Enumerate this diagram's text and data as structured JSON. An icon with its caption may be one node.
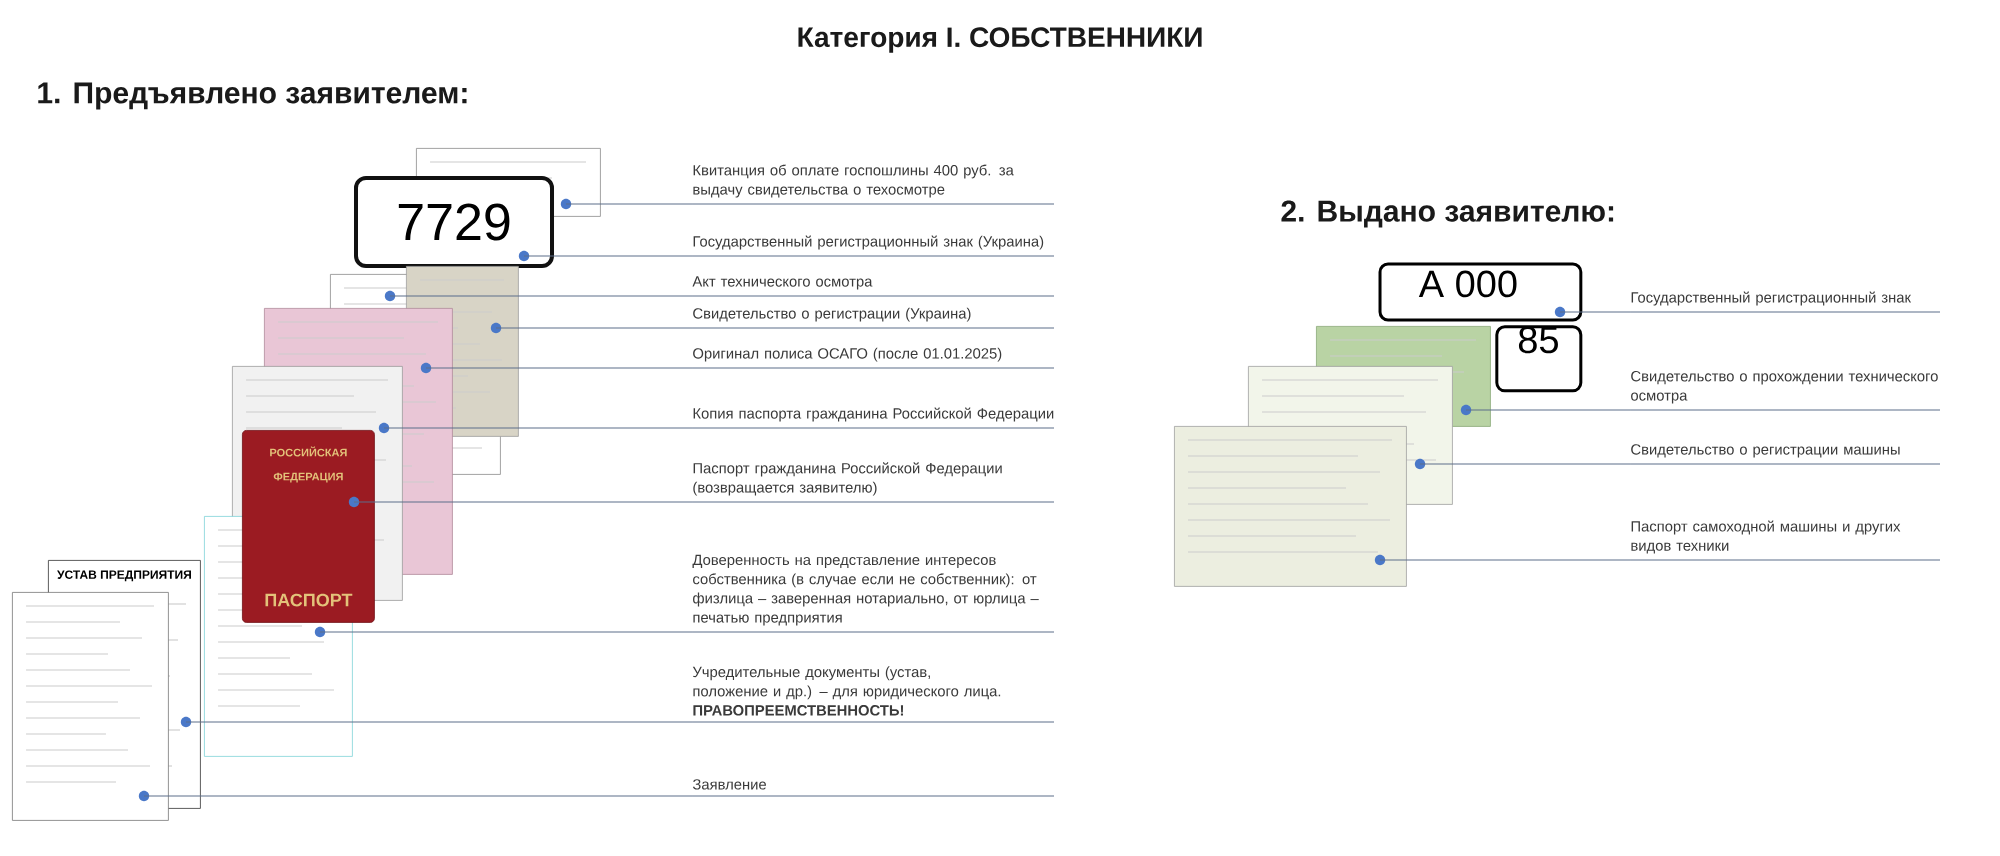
{
  "diagram": {
    "title": "Категория I. СОБСТВЕННИКИ",
    "nodes": [
      {
        "text": [],
        "shape": "picture"
      },
      {
        "text": [
          "7729"
        ]
      },
      {
        "text": [],
        "shape": "picture"
      },
      {
        "text": [],
        "shape": "picture"
      },
      {
        "text": [],
        "shape": "picture"
      },
      {
        "text": [],
        "shape": "picture"
      },
      {
        "text": [
          "РОССИЙСКАЯ ФЕДЕРАЦИЯ",
          "ПАСПОРТ"
        ]
      },
      {
        "text": [],
        "shape": "picture"
      },
      {
        "text": [
          "УСТАВ ПРЕДПРИЯТИЯ"
        ]
      },
      {
        "text": [],
        "shape": "picture"
      },
      {
        "text": [
          "Квитанция об оплате госпошлины 400 руб. за выдачу свидетельства о техосмотре"
        ]
      },
      {
        "text": [
          "Государственный регистрационный знак (Украина)"
        ]
      },
      {
        "text": [
          "Акт технического осмотра"
        ]
      },
      {
        "text": [
          "Свидетельство о регистрации (Украина)"
        ]
      },
      {
        "text": [
          "Оригинал полиса ОСАГО (после 01.01.2025)"
        ]
      },
      {
        "text": [
          "Копия паспорта гражданина Российской Федерации"
        ]
      },
      {
        "text": [
          "Паспорт гражданина Российской Федерации (возвращается заявителю)"
        ]
      },
      {
        "text": [
          "Доверенность на представление интересов собственника (в случае если не собственник): от физлица – заверенная нотариально, от юрлица – печатью предприятия"
        ]
      },
      {
        "text": [
          "Учредительные документы (устав, положение и др.) – для юридического лица. **ПРАВОПРЕЕМСТВЕННОСТЬ!**"
        ]
      },
      {
        "text": [
          "Заявление"
        ]
      },
      {
        "text": [
          "А 000",
          "85"
        ]
      },
      {
        "text": [],
        "shape": "picture"
      },
      {
        "text": [],
        "shape": "picture"
      },
      {
        "text": [],
        "shape": "picture"
      },
      {
        "text": [
          "Государственный регистрационный знак"
        ]
      },
      {
        "text": [
          "Свидетельство о прохождении технического осмотра"
        ]
      },
      {
        "text": [
          "Свидетельство о регистрации машины"
        ]
      },
      {
        "text": [
          "Паспорт самоходной машины и других видов техники"
        ]
      }
    ],
    "edges": [
      {
        "from": 10,
        "to": 0,
        "arrow": "none"
      },
      {
        "from": 11,
        "to": 1,
        "arrow": "none"
      },
      {
        "from": 12,
        "to": 2,
        "arrow": "none"
      },
      {
        "from": 13,
        "to": 3,
        "arrow": "none"
      },
      {
        "from": 14,
        "to": 4,
        "arrow": "none"
      },
      {
        "from": 15,
        "to": 5,
        "arrow": "none"
      },
      {
        "from": 16,
        "to": 6,
        "arrow": "none"
      },
      {
        "from": 17,
        "to": 7,
        "arrow": "none"
      },
      {
        "from": 18,
        "to": 8,
        "arrow": "none"
      },
      {
        "from": 19,
        "to": 9,
        "arrow": "none"
      },
      {
        "from": 24,
        "to": 20,
        "arrow": "none"
      },
      {
        "from": 25,
        "to": 21,
        "arrow": "none"
      },
      {
        "from": 26,
        "to": 22,
        "arrow": "none"
      },
      {
        "from": 27,
        "to": 23,
        "arrow": "none"
      }
    ],
    "labels": [
      "1. Предъявлено заявителем:",
      "2. Выдано заявителю:"
    ]
  }
}
